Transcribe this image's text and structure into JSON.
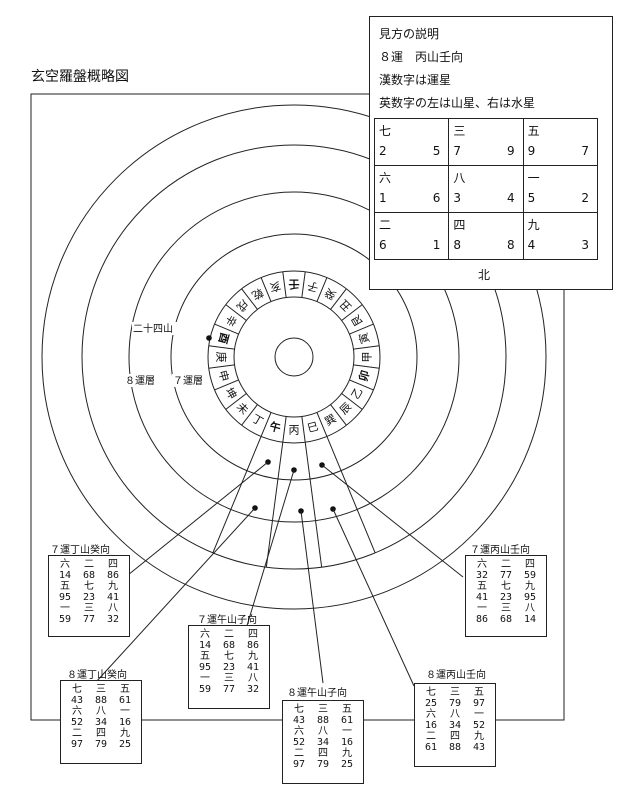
{
  "title": "玄空羅盤概略図",
  "legend": {
    "lines": [
      "見方の説明",
      "８運　丙山壬向",
      "漢数字は運星",
      "英数字の左は山星、右は水星"
    ],
    "grid": [
      [
        {
          "k": "七",
          "l": "2",
          "r": "5"
        },
        {
          "k": "三",
          "l": "7",
          "r": "9"
        },
        {
          "k": "五",
          "l": "9",
          "r": "7"
        }
      ],
      [
        {
          "k": "六",
          "l": "1",
          "r": "6"
        },
        {
          "k": "八",
          "l": "3",
          "r": "4"
        },
        {
          "k": "一",
          "l": "5",
          "r": "2"
        }
      ],
      [
        {
          "k": "二",
          "l": "6",
          "r": "1"
        },
        {
          "k": "四",
          "l": "8",
          "r": "8"
        },
        {
          "k": "九",
          "l": "4",
          "r": "3"
        }
      ]
    ],
    "north": "北"
  },
  "compass": {
    "mountains": [
      "壬",
      "子",
      "癸",
      "丑",
      "艮",
      "寅",
      "甲",
      "卯",
      "乙",
      "辰",
      "巽",
      "巳",
      "丙",
      "午",
      "丁",
      "未",
      "坤",
      "申",
      "庚",
      "酉",
      "辛",
      "戌",
      "乾",
      "亥"
    ],
    "bold_mountains": [
      "午",
      "酉",
      "卯",
      "壬"
    ]
  },
  "labels": {
    "twenty_four": "二十四山",
    "layer8": "８運層",
    "layer7": "７運層"
  },
  "cards": [
    {
      "title": "７運丁山癸向",
      "rows": [
        [
          "六",
          "二",
          "四"
        ],
        [
          "14",
          "68",
          "86"
        ],
        [
          "五",
          "七",
          "九"
        ],
        [
          "95",
          "23",
          "41"
        ],
        [
          "一",
          "三",
          "八"
        ],
        [
          "59",
          "77",
          "32"
        ]
      ]
    },
    {
      "title": "７運丙山壬向",
      "rows": [
        [
          "六",
          "二",
          "四"
        ],
        [
          "32",
          "77",
          "59"
        ],
        [
          "五",
          "七",
          "九"
        ],
        [
          "41",
          "23",
          "95"
        ],
        [
          "一",
          "三",
          "八"
        ],
        [
          "86",
          "68",
          "14"
        ]
      ]
    },
    {
      "title": "７運午山子向",
      "rows": [
        [
          "六",
          "二",
          "四"
        ],
        [
          "14",
          "68",
          "86"
        ],
        [
          "五",
          "七",
          "九"
        ],
        [
          "95",
          "23",
          "41"
        ],
        [
          "一",
          "三",
          "八"
        ],
        [
          "59",
          "77",
          "32"
        ]
      ]
    },
    {
      "title": "８運丁山癸向",
      "rows": [
        [
          "七",
          "三",
          "五"
        ],
        [
          "43",
          "88",
          "61"
        ],
        [
          "六",
          "八",
          "一"
        ],
        [
          "52",
          "34",
          "16"
        ],
        [
          "二",
          "四",
          "九"
        ],
        [
          "97",
          "79",
          "25"
        ]
      ]
    },
    {
      "title": "８運午山子向",
      "rows": [
        [
          "七",
          "三",
          "五"
        ],
        [
          "43",
          "88",
          "61"
        ],
        [
          "六",
          "八",
          "一"
        ],
        [
          "52",
          "34",
          "16"
        ],
        [
          "二",
          "四",
          "九"
        ],
        [
          "97",
          "79",
          "25"
        ]
      ]
    },
    {
      "title": "８運丙山壬向",
      "rows": [
        [
          "七",
          "三",
          "五"
        ],
        [
          "25",
          "79",
          "97"
        ],
        [
          "六",
          "八",
          "一"
        ],
        [
          "16",
          "34",
          "52"
        ],
        [
          "二",
          "四",
          "九"
        ],
        [
          "61",
          "88",
          "43"
        ]
      ]
    }
  ]
}
